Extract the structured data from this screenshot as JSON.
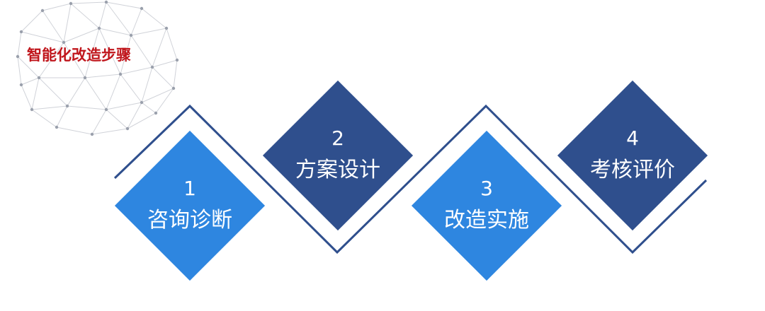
{
  "title": "智能化改造步骤",
  "colors": {
    "title": "#c0161c",
    "light_blue": "#2e86e0",
    "dark_blue": "#2f4f8d",
    "line": "#2f4f8d"
  },
  "steps": [
    {
      "number": "1",
      "label": "咨询诊断",
      "color": "#2e86e0"
    },
    {
      "number": "2",
      "label": "方案设计",
      "color": "#2f4f8d"
    },
    {
      "number": "3",
      "label": "改造实施",
      "color": "#2e86e0"
    },
    {
      "number": "4",
      "label": "考核评价",
      "color": "#2f4f8d"
    }
  ]
}
